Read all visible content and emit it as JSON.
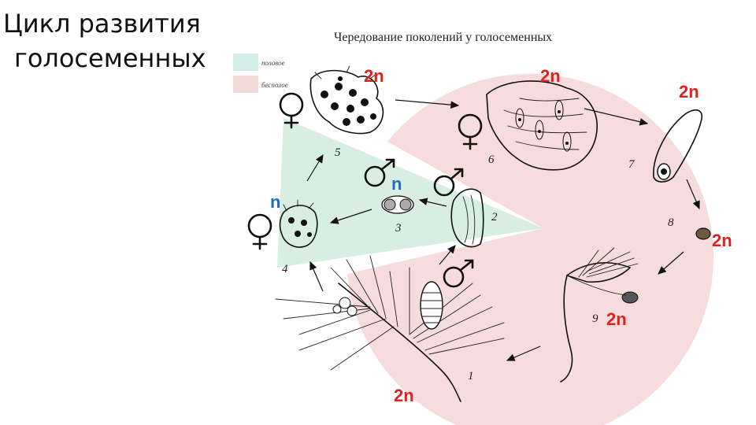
{
  "slide": {
    "title_line1": "Цикл развития",
    "title_line2": "голосеменных"
  },
  "diagram": {
    "title": "Чередование поколений у голосеменных",
    "legend": [
      {
        "label": "половое",
        "color": "#d4ece6"
      },
      {
        "label": "бесполое",
        "color": "#f5dada"
      }
    ],
    "colors": {
      "sexual_region": "#d8eee2",
      "asexual_region": "#f6dcdc",
      "ploidy_diploid": "#e0201c",
      "ploidy_haploid": "#1f6fb4"
    },
    "stages": [
      {
        "number": "1",
        "ploidy": "2n"
      },
      {
        "number": "2"
      },
      {
        "number": "3",
        "ploidy": "n"
      },
      {
        "number": "4",
        "ploidy": "n"
      },
      {
        "number": "5",
        "ploidy": "2n"
      },
      {
        "number": "6",
        "ploidy": "2n"
      },
      {
        "number": "7",
        "ploidy": "2n"
      },
      {
        "number": "8",
        "ploidy": "2n"
      },
      {
        "number": "9",
        "ploidy": "2n"
      }
    ],
    "symbols": {
      "female": "female-symbol",
      "male": "male-symbol"
    }
  }
}
